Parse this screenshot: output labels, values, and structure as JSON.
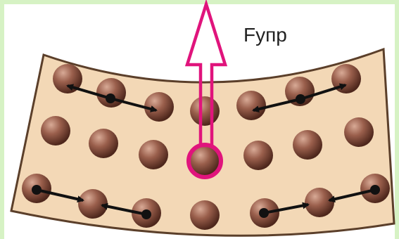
{
  "diagram": {
    "force_label": "Fупр",
    "colors": {
      "slab_fill": "#f3d8b6",
      "slab_stroke": "#5b3f2a",
      "particle_dark": "#5a2f22",
      "particle_light": "#c89a86",
      "highlight": "#e0147c",
      "arrow": "#111111",
      "frame_accent": "#d6f2c4"
    },
    "particles": [
      {
        "id": "r1c1",
        "row": 1,
        "col": 1
      },
      {
        "id": "r1c2",
        "row": 1,
        "col": 2
      },
      {
        "id": "r1c3",
        "row": 1,
        "col": 3
      },
      {
        "id": "r1c4",
        "row": 1,
        "col": 4
      },
      {
        "id": "r1c5",
        "row": 1,
        "col": 5
      },
      {
        "id": "r1c6",
        "row": 1,
        "col": 6
      },
      {
        "id": "r1c7",
        "row": 1,
        "col": 7
      },
      {
        "id": "r2c1",
        "row": 2,
        "col": 1
      },
      {
        "id": "r2c2",
        "row": 2,
        "col": 2
      },
      {
        "id": "r2c3",
        "row": 2,
        "col": 3
      },
      {
        "id": "r2c4",
        "row": 2,
        "col": 4,
        "highlighted": true
      },
      {
        "id": "r2c5",
        "row": 2,
        "col": 5
      },
      {
        "id": "r2c6",
        "row": 2,
        "col": 6
      },
      {
        "id": "r2c7",
        "row": 2,
        "col": 7
      },
      {
        "id": "r3c1",
        "row": 3,
        "col": 1
      },
      {
        "id": "r3c2",
        "row": 3,
        "col": 2
      },
      {
        "id": "r3c3",
        "row": 3,
        "col": 3
      },
      {
        "id": "r3c4",
        "row": 3,
        "col": 4
      },
      {
        "id": "r3c5",
        "row": 3,
        "col": 5
      },
      {
        "id": "r3c6",
        "row": 3,
        "col": 6
      },
      {
        "id": "r3c7",
        "row": 3,
        "col": 7
      }
    ]
  }
}
